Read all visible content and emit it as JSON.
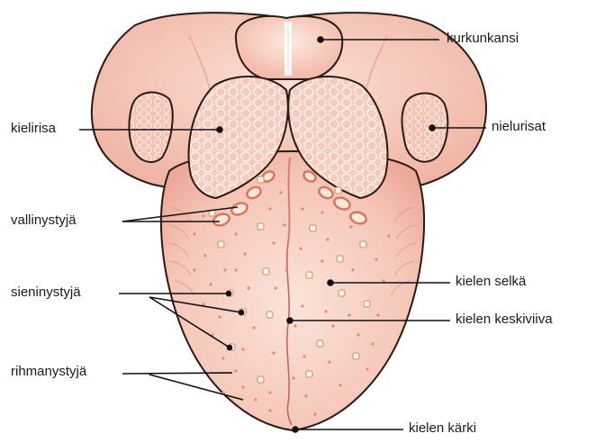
{
  "labels": {
    "epiglottis": "kurkunkansi",
    "lingual_tonsil": "kielirisa",
    "palatine_tonsils": "nielurisat",
    "vallate_papillae": "vallinystyjä",
    "fungiform_papillae": "sieninystyjä",
    "filiform_papillae": "rihmanystyjä",
    "dorsum": "kielen selkä",
    "median_sulcus": "kielen keskiviiva",
    "tip": "kielen kärki"
  },
  "colors": {
    "tongue_fill": "#f5c6b8",
    "tongue_light": "#fbe1d7",
    "tongue_edge": "#e9a090",
    "outline": "#2a1a14",
    "papilla_dot": "#e48a78",
    "fungiform_fill": "#fff4e6",
    "fungiform_edge": "#c9a37c",
    "leader_line": "#111111"
  }
}
